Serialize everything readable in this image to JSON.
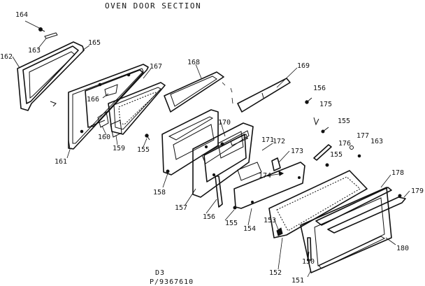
{
  "title": "OVEN DOOR SECTION",
  "footer": {
    "code": "D3",
    "part_number": "P/9367610"
  },
  "callouts": [
    "164",
    "163",
    "165",
    "162",
    "166",
    "167",
    "168",
    "169",
    "160",
    "159",
    "161",
    "155",
    "156",
    "175",
    "155",
    "170",
    "171",
    "172",
    "173",
    "177",
    "176",
    "163",
    "155",
    "174",
    "178",
    "179",
    "158",
    "157",
    "156",
    "155",
    "154",
    "153",
    "180",
    "152",
    "150",
    "151"
  ]
}
